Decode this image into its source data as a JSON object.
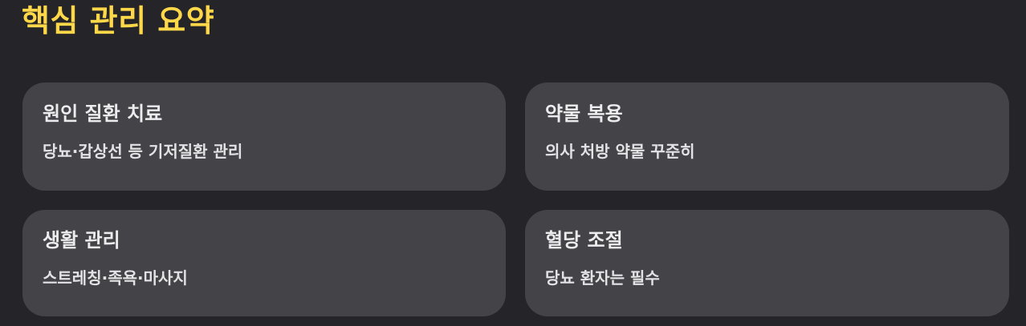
{
  "page": {
    "title": "핵심 관리 요약"
  },
  "cards": [
    {
      "title": "원인 질환 치료",
      "description": "당뇨·갑상선 등 기저질환 관리"
    },
    {
      "title": "약물 복용",
      "description": "의사 처방 약물 꾸준히"
    },
    {
      "title": "생활 관리",
      "description": "스트레칭·족욕·마사지"
    },
    {
      "title": "혈당 조절",
      "description": "당뇨 환자는 필수"
    }
  ],
  "colors": {
    "background": "#252429",
    "card": "#444347",
    "accent": "#FFD84A",
    "text": "#ECECEE"
  }
}
